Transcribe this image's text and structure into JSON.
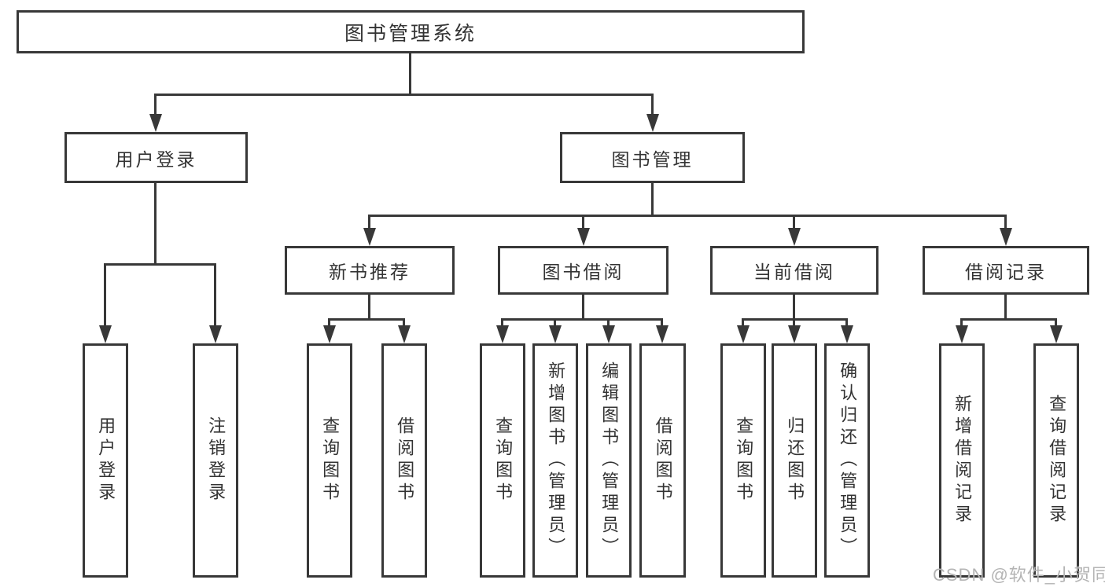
{
  "diagram": {
    "type": "tree",
    "title": "图书管理系统",
    "watermark": "CSDN @软件_小贺同学",
    "colors": {
      "line": "#383838",
      "box_border": "#383838",
      "box_fill": "#ffffff",
      "text": "#333333",
      "watermark": "#b4b4b4",
      "background": "#ffffff"
    },
    "nodes": {
      "root": {
        "label": "图书管理系统"
      },
      "login": {
        "label": "用户登录"
      },
      "mgmt": {
        "label": "图书管理"
      },
      "recommend": {
        "label": "新书推荐"
      },
      "borrow": {
        "label": "图书借阅"
      },
      "current": {
        "label": "当前借阅"
      },
      "records": {
        "label": "借阅记录"
      },
      "leaves": {
        "login_user": {
          "label": "用户登录"
        },
        "login_logout": {
          "label": "注销登录"
        },
        "recommend_query": {
          "label": "查询图书"
        },
        "recommend_borrow": {
          "label": "借阅图书"
        },
        "borrow_query": {
          "label": "查询图书"
        },
        "borrow_add": {
          "label": "新增图书（管理员）"
        },
        "borrow_edit": {
          "label": "编辑图书（管理员）"
        },
        "borrow_lend": {
          "label": "借阅图书"
        },
        "current_query": {
          "label": "查询图书"
        },
        "current_return": {
          "label": "归还图书"
        },
        "current_confirm": {
          "label": "确认归还（管理员）"
        },
        "records_add": {
          "label": "新增借阅记录"
        },
        "records_query": {
          "label": "查询借阅记录"
        }
      }
    },
    "hierarchy": {
      "图书管理系统": {
        "用户登录": [
          "用户登录",
          "注销登录"
        ],
        "图书管理": {
          "新书推荐": [
            "查询图书",
            "借阅图书"
          ],
          "图书借阅": [
            "查询图书",
            "新增图书（管理员）",
            "编辑图书（管理员）",
            "借阅图书"
          ],
          "当前借阅": [
            "查询图书",
            "归还图书",
            "确认归还（管理员）"
          ],
          "借阅记录": [
            "新增借阅记录",
            "查询借阅记录"
          ]
        }
      }
    }
  }
}
